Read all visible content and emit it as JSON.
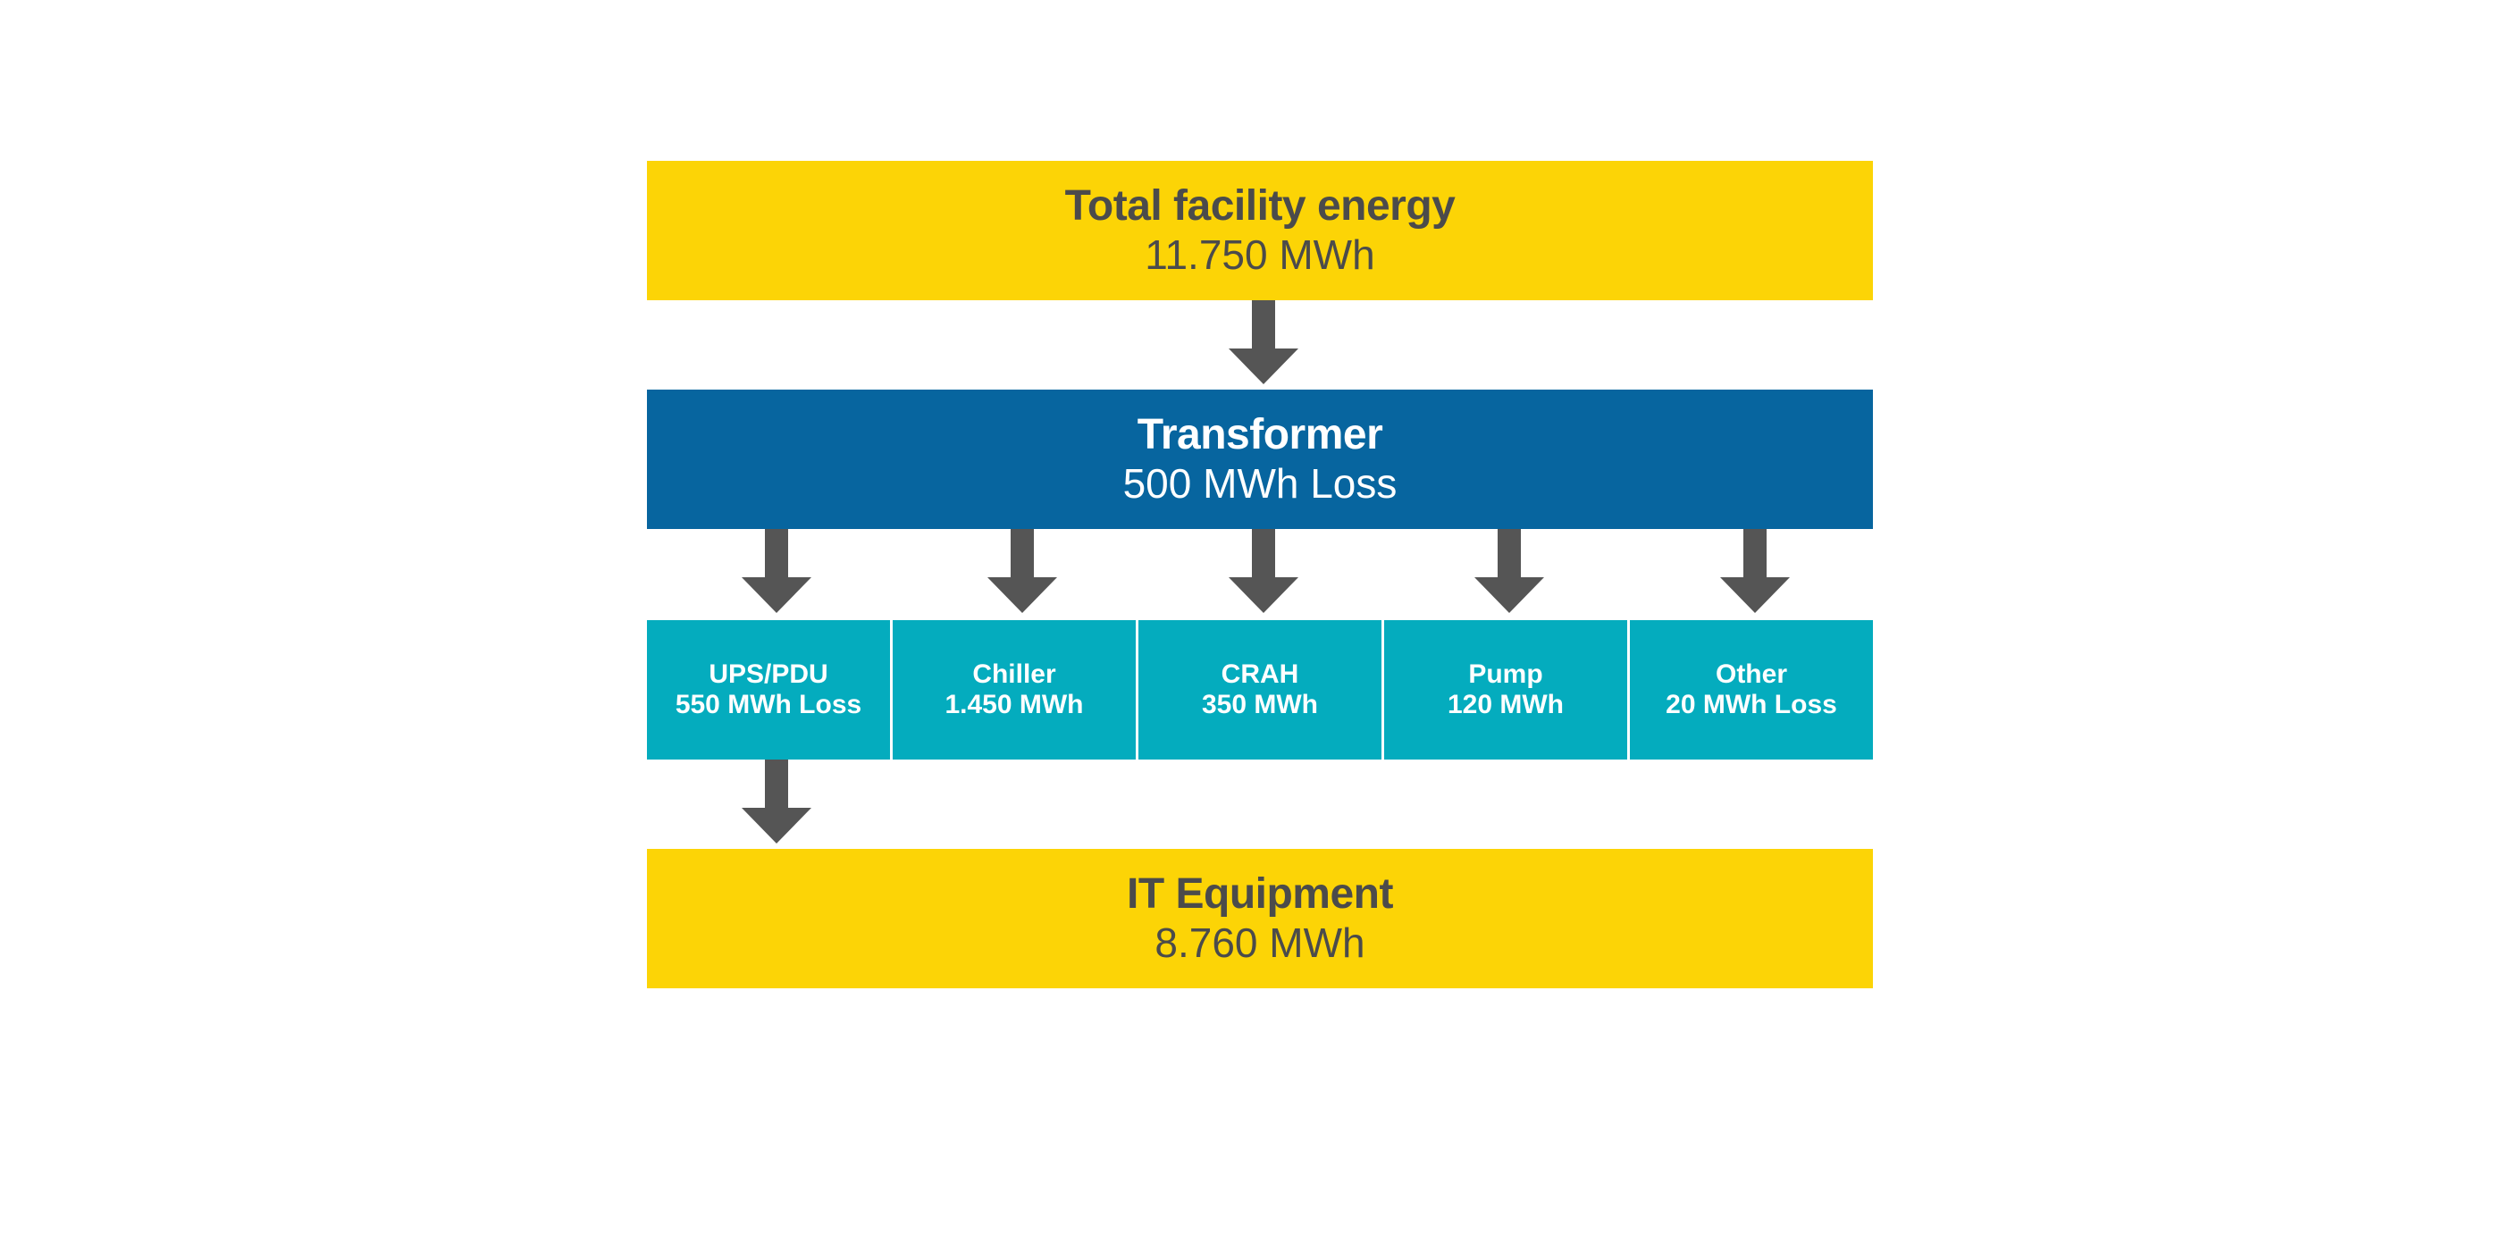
{
  "diagram": {
    "colors": {
      "yellow": "#FCD406",
      "blue": "#07659F",
      "teal": "#04ACBE",
      "arrow": "#555555",
      "dark_text": "#4B4B4B"
    },
    "top": {
      "title": "Total facility energy",
      "value": "11.750 MWh"
    },
    "transformer": {
      "title": "Transformer",
      "value": "500 MWh Loss"
    },
    "subsystems": [
      {
        "title": "UPS/PDU",
        "value": "550 MWh Loss"
      },
      {
        "title": "Chiller",
        "value": "1.450 MWh"
      },
      {
        "title": "CRAH",
        "value": "350 MWh"
      },
      {
        "title": "Pump",
        "value": "120 MWh"
      },
      {
        "title": "Other",
        "value": "20 MWh Loss"
      }
    ],
    "it_equipment": {
      "title": "IT Equipment",
      "value": "8.760 MWh"
    },
    "arrow_icon": "down-arrow-icon"
  }
}
